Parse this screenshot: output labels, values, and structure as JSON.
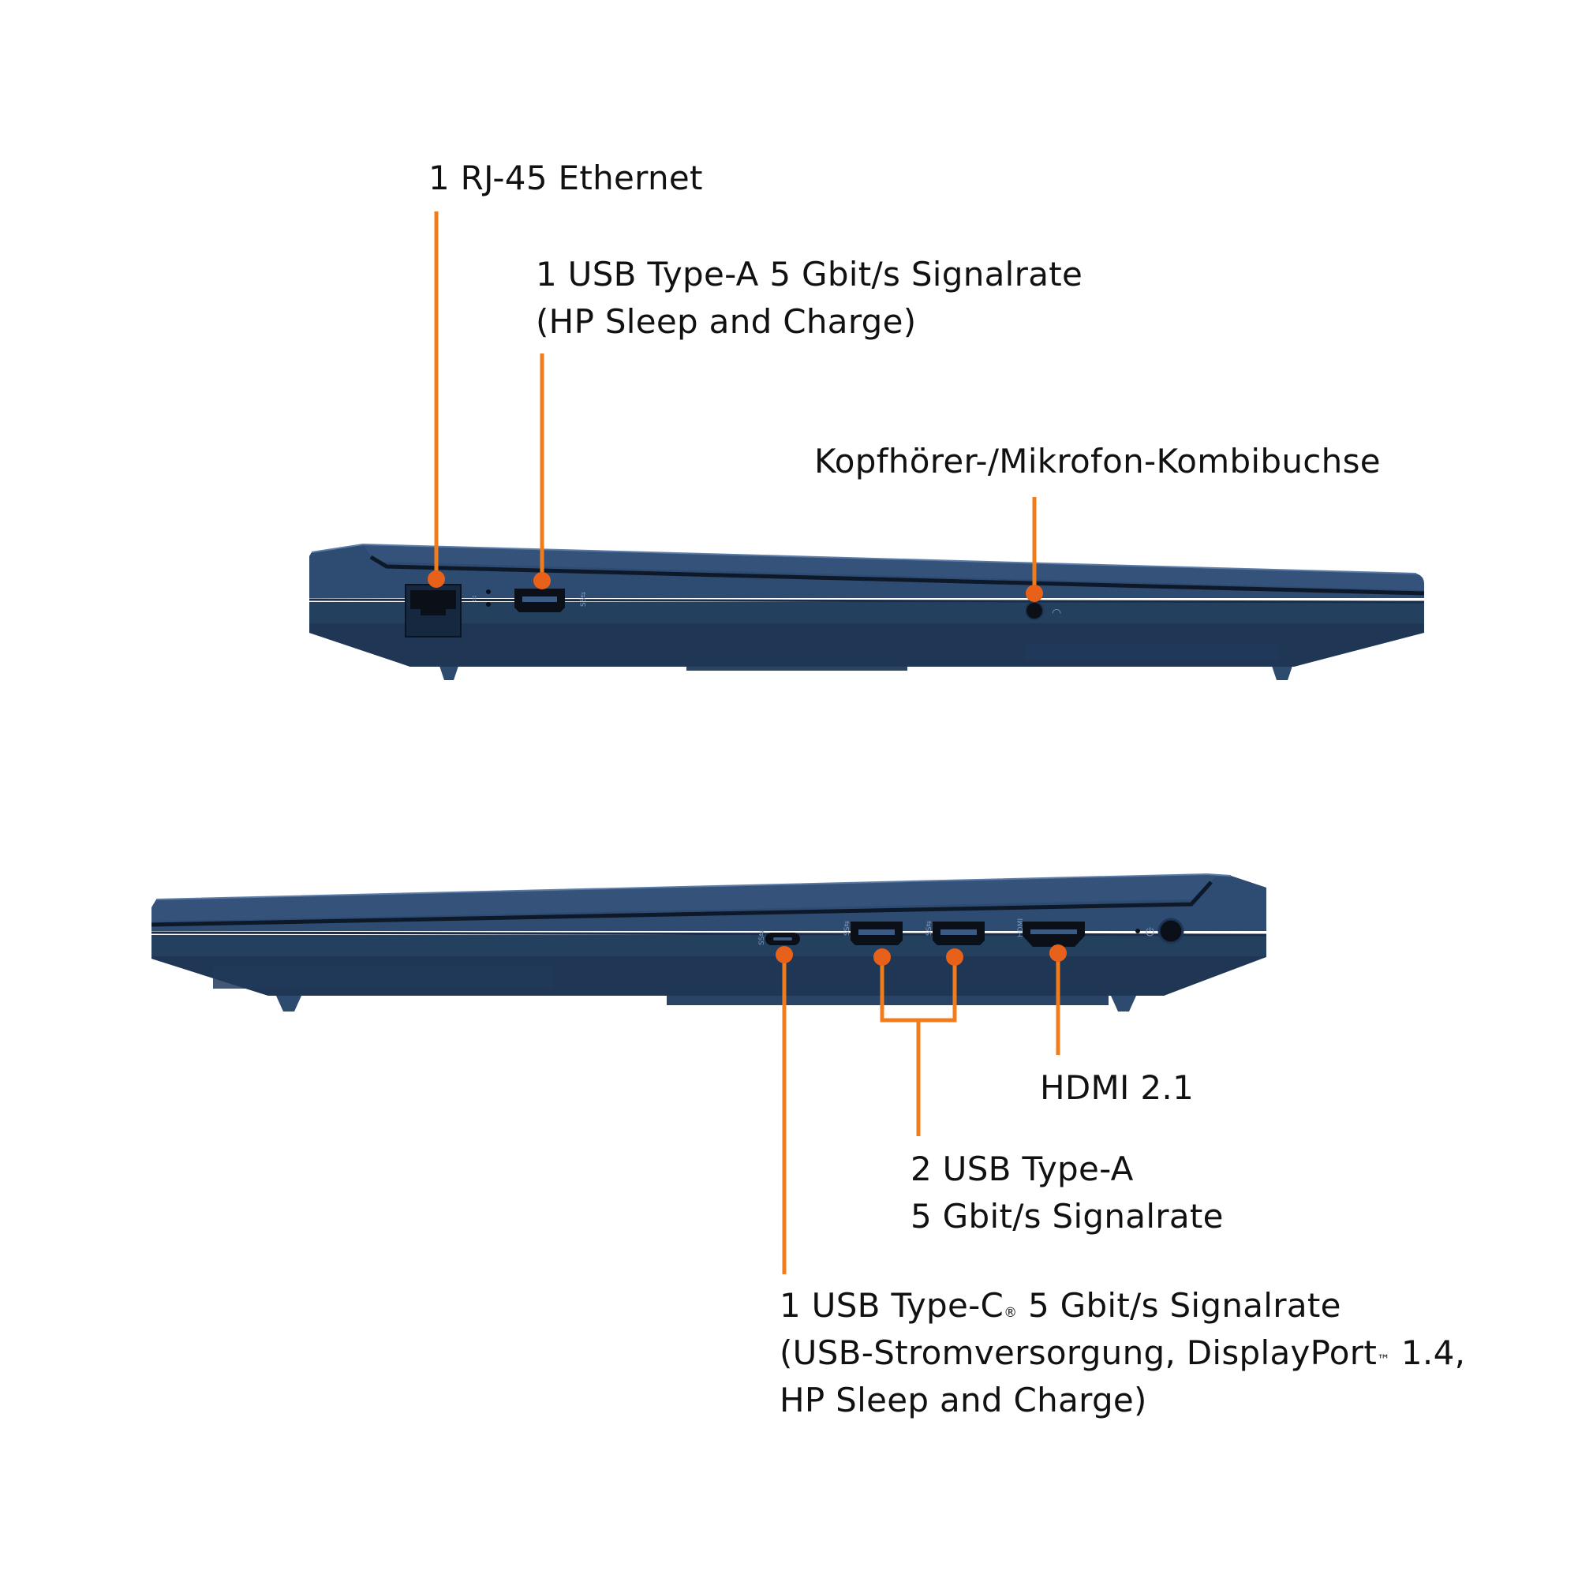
{
  "colors": {
    "chassis": "#2d4a6f",
    "chassis_dark": "#1c3050",
    "chassis_light": "#4a6a92",
    "callout_line": "#f07c1c",
    "callout_dot": "#e8611a",
    "port": "#0a0f18",
    "text": "#111111"
  },
  "labels": {
    "rj45": "1 RJ-45 Ethernet",
    "usba_left_1": "1 USB Type-A 5 Gbit/s Signalrate",
    "usba_left_2": "(HP Sleep and Charge)",
    "audio": "Kopfhörer-/Mikrofon-Kombibuchse",
    "hdmi": "HDMI 2.1",
    "usba_right_1": "2 USB Type-A",
    "usba_right_2": "5 Gbit/s Signalrate",
    "usbc_1a": "1 USB Type-C",
    "usbc_1_mark": "®",
    "usbc_1b": " 5 Gbit/s Signalrate",
    "usbc_2a": "(USB-Stromversorgung, DisplayPort",
    "usbc_2_mark": "™",
    "usbc_2b": " 1.4,",
    "usbc_3": "HP Sleep and Charge)"
  },
  "icons": [
    "laptop-left-side-view",
    "laptop-right-side-view",
    "ethernet-port-icon",
    "usb-a-port-icon",
    "audio-jack-icon",
    "usb-c-port-icon",
    "hdmi-port-icon",
    "power-jack-icon"
  ]
}
